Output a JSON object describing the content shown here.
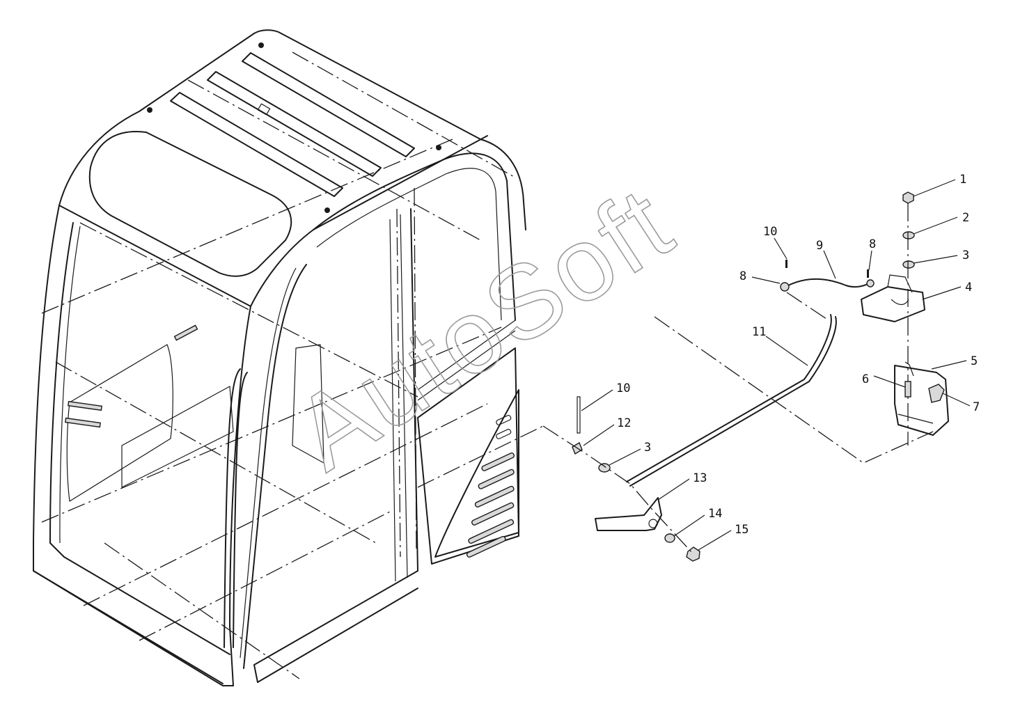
{
  "watermark": "AutoSoft",
  "callouts": [
    {
      "id": "c1",
      "text": "1"
    },
    {
      "id": "c2",
      "text": "2"
    },
    {
      "id": "c3a",
      "text": "3"
    },
    {
      "id": "c4",
      "text": "4"
    },
    {
      "id": "c5",
      "text": "5"
    },
    {
      "id": "c6",
      "text": "6"
    },
    {
      "id": "c7",
      "text": "7"
    },
    {
      "id": "c8a",
      "text": "8"
    },
    {
      "id": "c8b",
      "text": "8"
    },
    {
      "id": "c9",
      "text": "9"
    },
    {
      "id": "c10a",
      "text": "10"
    },
    {
      "id": "c10b",
      "text": "10"
    },
    {
      "id": "c11",
      "text": "11"
    },
    {
      "id": "c12",
      "text": "12"
    },
    {
      "id": "c3b",
      "text": "3"
    },
    {
      "id": "c13",
      "text": "13"
    },
    {
      "id": "c14",
      "text": "14"
    },
    {
      "id": "c15",
      "text": "15"
    }
  ]
}
